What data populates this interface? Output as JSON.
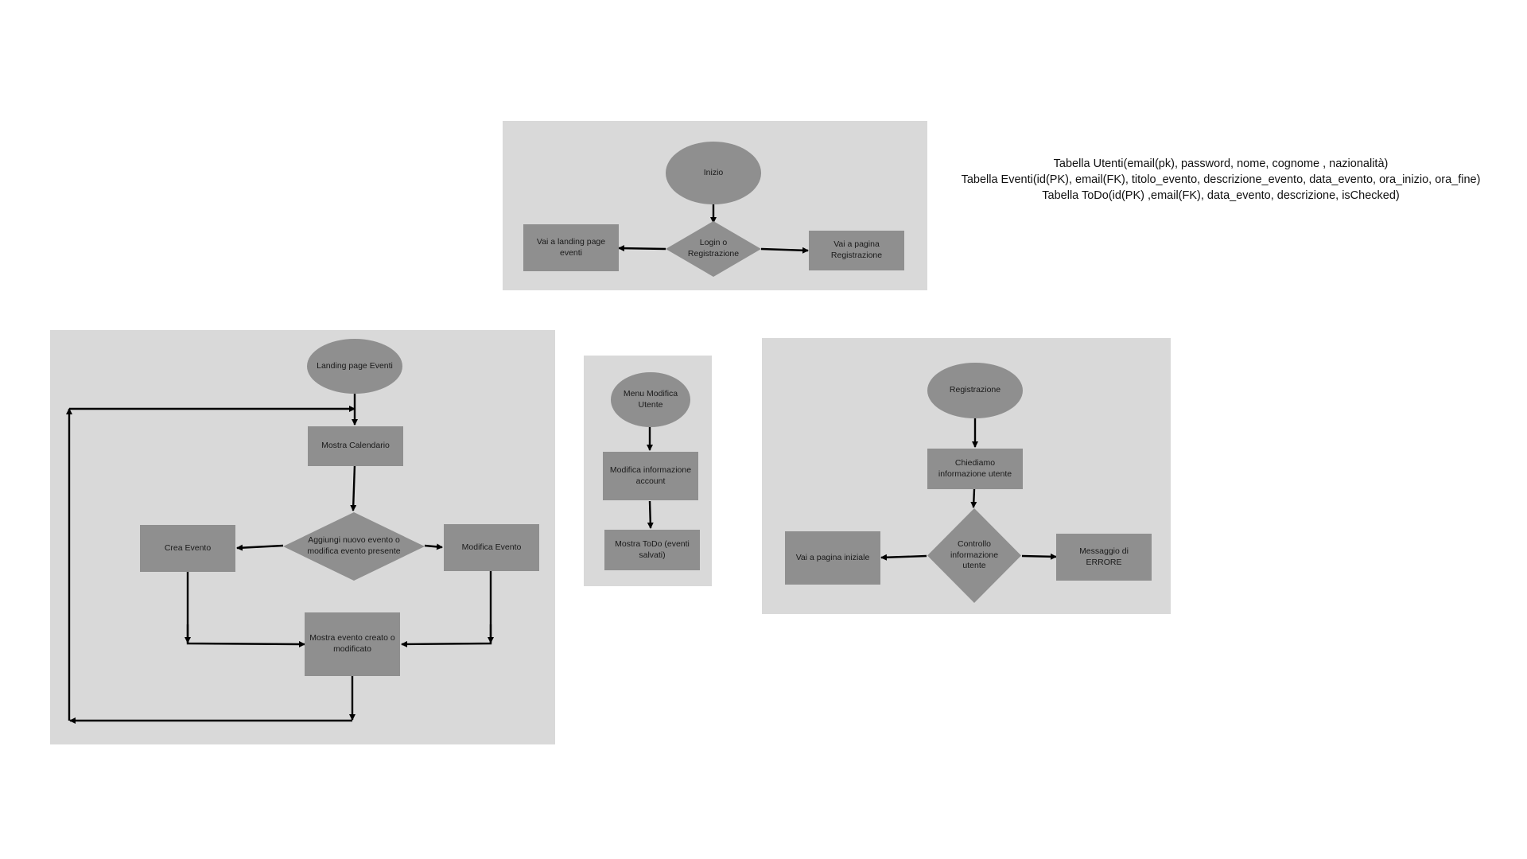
{
  "schema": {
    "lines": [
      "Tabella Utenti(email(pk), password, nome, cognome , nazionalità)",
      "Tabella Eventi(id(PK), email(FK), titolo_evento, descrizione_evento, data_evento, ora_inizio, ora_fine)",
      "Tabella ToDo(id(PK) ,email(FK), data_evento, descrizione, isChecked)"
    ]
  },
  "start_flow": {
    "start": "Inizio",
    "decision": "Login o Registrazione",
    "left": "Vai a landing page eventi",
    "right": "Vai a pagina Registrazione"
  },
  "events_flow": {
    "start": "Landing page Eventi",
    "calendar": "Mostra Calendario",
    "decision": "Aggiungi nuovo evento o modifica evento presente",
    "create": "Crea  Evento",
    "edit": "Modifica  Evento",
    "show": "Mostra evento creato o modificato"
  },
  "user_flow": {
    "start": "Menu Modifica Utente",
    "edit_account": "Modifica informazione account",
    "show_todo": "Mostra ToDo (eventi salvati)"
  },
  "register_flow": {
    "start": "Registrazione",
    "ask": "Chiediamo informazione utente",
    "check": "Controllo informazione utente",
    "left": "Vai a pagina iniziale",
    "right": "Messaggio di ERRORE"
  },
  "colors": {
    "panel": "#d9d9d9",
    "node": "#8f8f8f",
    "line": "#000000"
  }
}
